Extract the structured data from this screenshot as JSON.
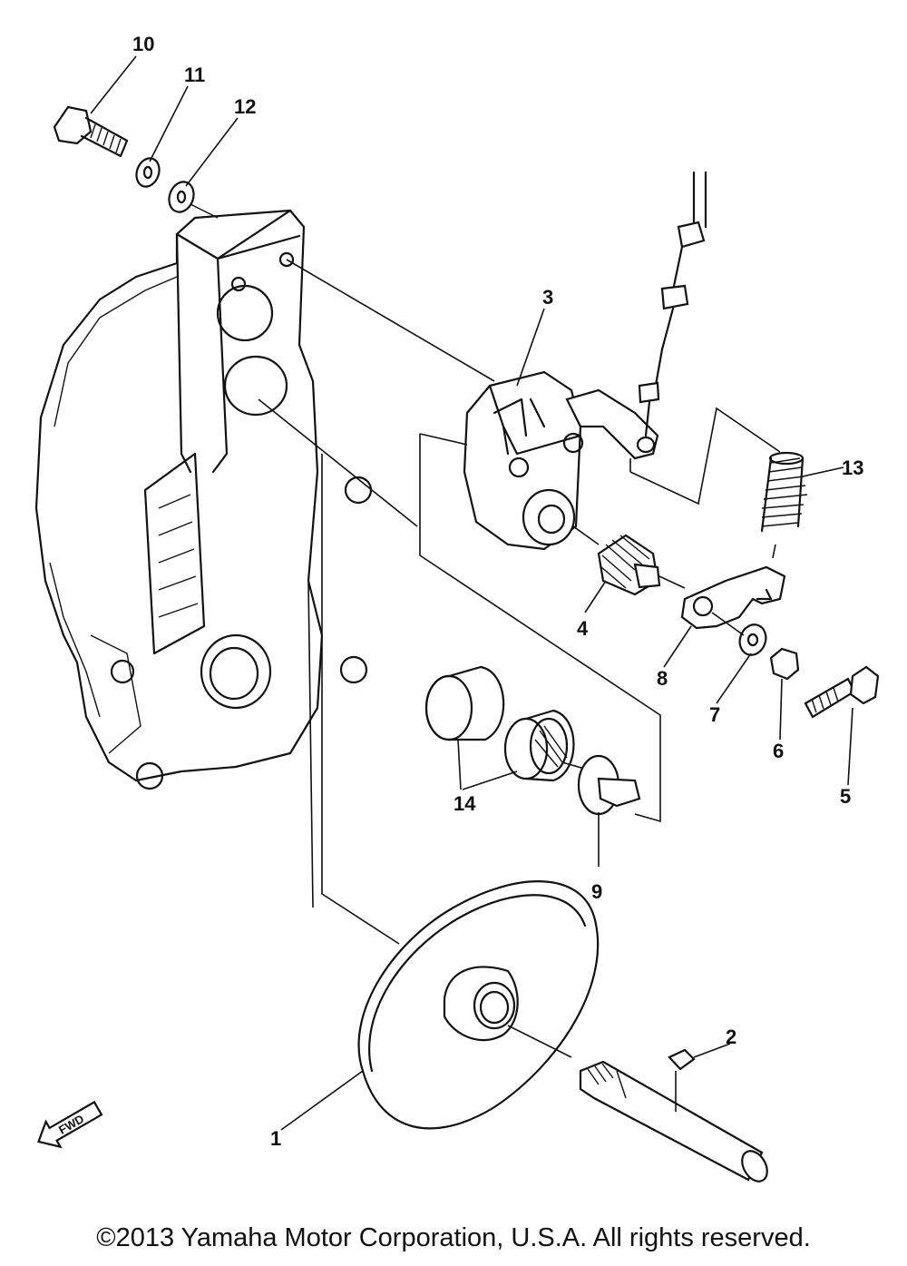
{
  "callouts": {
    "c1": "1",
    "c2": "2",
    "c3": "3",
    "c4": "4",
    "c5": "5",
    "c6": "6",
    "c7": "7",
    "c8": "8",
    "c9": "9",
    "c10": "10",
    "c11": "11",
    "c12": "12",
    "c13": "13",
    "c14": "14"
  },
  "direction_marker": "FWD",
  "copyright": "©2013 Yamaha Motor Corporation, U.S.A. All rights reserved."
}
